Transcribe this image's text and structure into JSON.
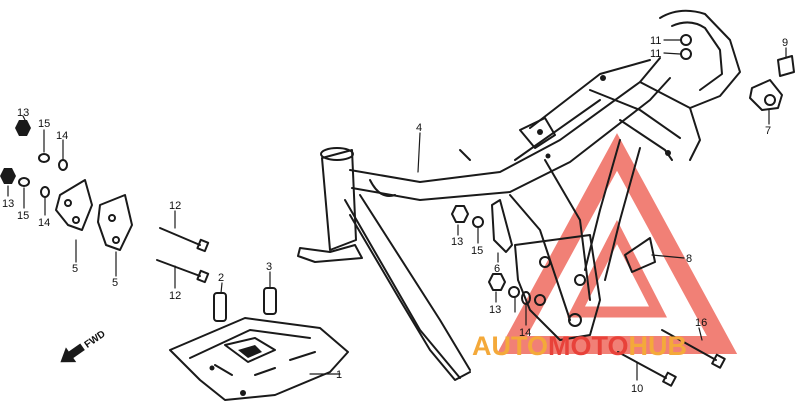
{
  "callouts": [
    {
      "id": "c1",
      "text": "1"
    },
    {
      "id": "c2",
      "text": "2"
    },
    {
      "id": "c3",
      "text": "3"
    },
    {
      "id": "c4",
      "text": "4"
    },
    {
      "id": "c5a",
      "text": "5"
    },
    {
      "id": "c5b",
      "text": "5"
    },
    {
      "id": "c6",
      "text": "6"
    },
    {
      "id": "c7",
      "text": "7"
    },
    {
      "id": "c8",
      "text": "8"
    },
    {
      "id": "c9",
      "text": "9"
    },
    {
      "id": "c10",
      "text": "10"
    },
    {
      "id": "c11a",
      "text": "11"
    },
    {
      "id": "c11b",
      "text": "11"
    },
    {
      "id": "c12a",
      "text": "12"
    },
    {
      "id": "c12b",
      "text": "12"
    },
    {
      "id": "c13a",
      "text": "13"
    },
    {
      "id": "c13b",
      "text": "13"
    },
    {
      "id": "c13c",
      "text": "13"
    },
    {
      "id": "c13d",
      "text": "13"
    },
    {
      "id": "c14a",
      "text": "14"
    },
    {
      "id": "c14b",
      "text": "14"
    },
    {
      "id": "c14c",
      "text": "14"
    },
    {
      "id": "c15a",
      "text": "15"
    },
    {
      "id": "c15b",
      "text": "15"
    },
    {
      "id": "c15c",
      "text": "15"
    },
    {
      "id": "c16",
      "text": "16"
    }
  ],
  "fwd_label": "FWD",
  "watermark": {
    "part1": "AUTO",
    "part2": "MOTO",
    "part3": "HUB",
    "color_primary": "#f4a93a",
    "color_secondary": "#e8423a"
  },
  "colors": {
    "line": "#1a1a1a",
    "background": "#ffffff"
  }
}
